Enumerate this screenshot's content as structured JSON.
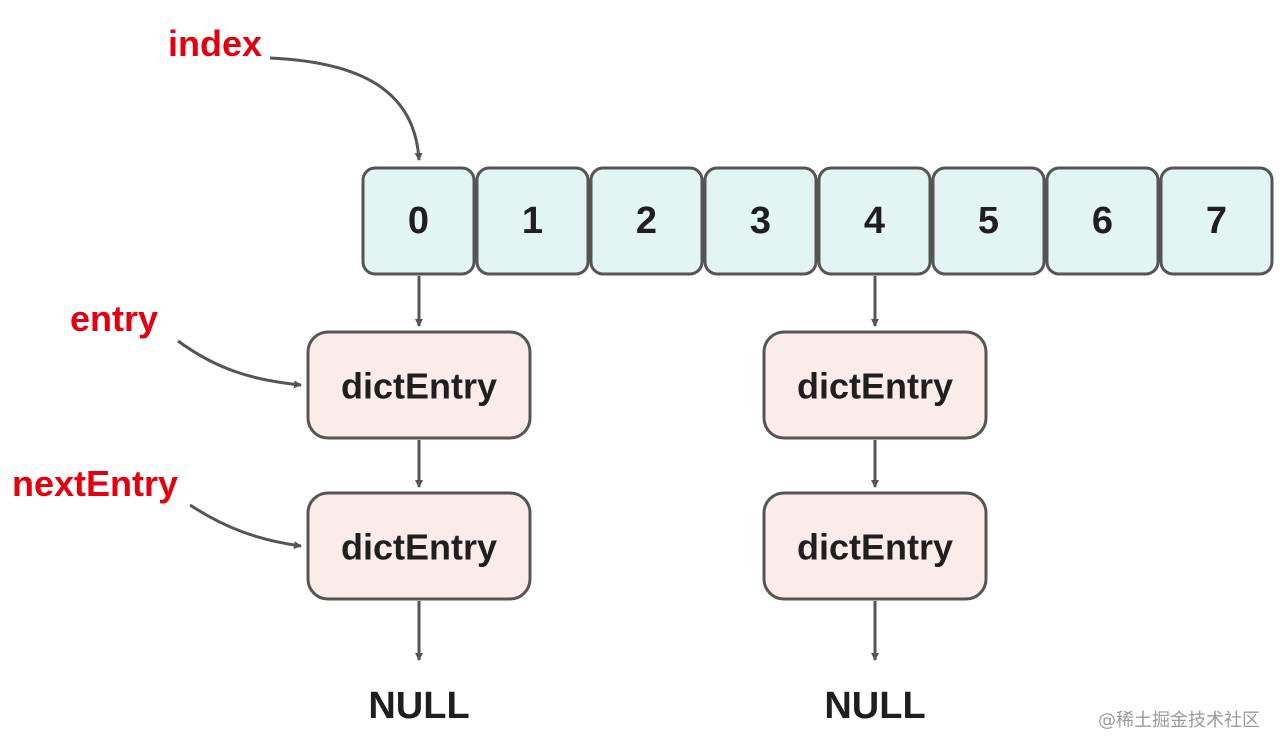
{
  "slots": [
    "0",
    "1",
    "2",
    "3",
    "4",
    "5",
    "6",
    "7"
  ],
  "buckets": {
    "bucket_0": {
      "first": "dictEntry",
      "second": "dictEntry",
      "terminator": "NULL"
    },
    "bucket_4": {
      "first": "dictEntry",
      "second": "dictEntry",
      "terminator": "NULL"
    }
  },
  "pointers": {
    "index": "index",
    "entry": "entry",
    "next_entry": "nextEntry"
  },
  "watermark": "@稀土掘金技术社区",
  "colors": {
    "slot_fill": "#e3f5f2",
    "entry_fill": "#fbecea",
    "stroke": "#555555",
    "label": "#e3000f",
    "text": "#1f1f1f"
  }
}
